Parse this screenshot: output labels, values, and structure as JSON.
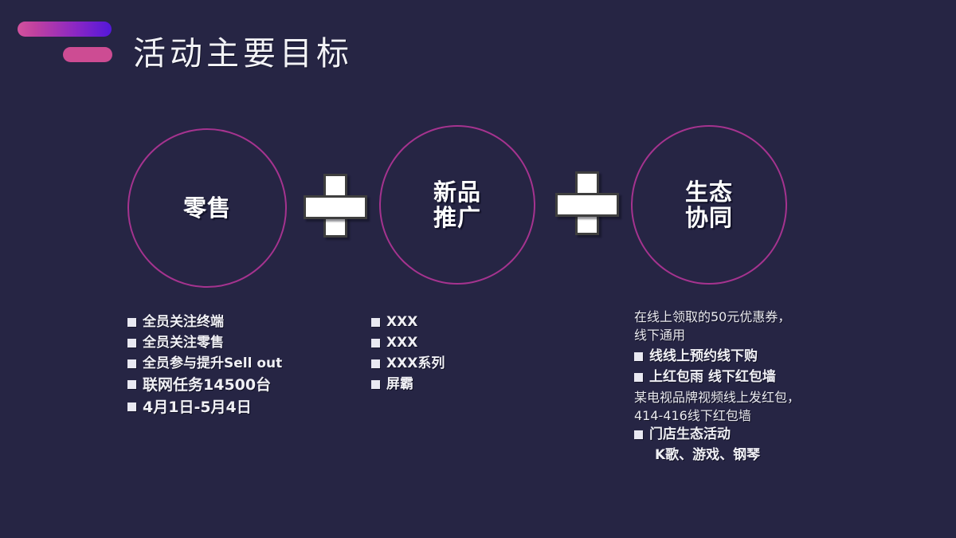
{
  "slide": {
    "title": "活动主要目标",
    "background_color": "#262544",
    "accent_pink": "#cd4c93",
    "accent_purple": "#5317da",
    "circle_stroke_color": "#a5338f"
  },
  "decor": {
    "bar_long_name": "gradient-bar-long",
    "bar_short_name": "gradient-bar-short"
  },
  "circles": [
    {
      "label": "零售"
    },
    {
      "label": "新品\n推广",
      "line1": "新品",
      "line2": "推广"
    },
    {
      "label": "生态\n协同",
      "line1": "生态",
      "line2": "协同"
    }
  ],
  "connectors": [
    {
      "symbol": "+"
    },
    {
      "symbol": "+"
    }
  ],
  "columns": {
    "left": {
      "items": [
        {
          "text": "全员关注终端",
          "size": "normal"
        },
        {
          "text": "全员关注零售",
          "size": "normal"
        },
        {
          "text": "全员参与提升Sell out",
          "size": "normal"
        },
        {
          "text": "联网任务14500台",
          "size": "big"
        },
        {
          "text": "4月1日-5月4日",
          "size": "big"
        }
      ]
    },
    "middle": {
      "items": [
        {
          "text": "XXX"
        },
        {
          "text": "XXX"
        },
        {
          "text": "XXX系列"
        },
        {
          "text": "屏霸"
        }
      ]
    },
    "right": {
      "intro_line1": "在线上领取的50元优惠券，",
      "intro_line2": "线下通用",
      "bullet1": "线线上预约线下购",
      "bullet2": "上红包雨 线下红包墙",
      "note_line1": "某电视品牌视频线上发红包，",
      "note_line2": "414-416线下红包墙",
      "bullet3": "门店生态活动",
      "bullet3_sub": "K歌、游戏、钢琴"
    }
  }
}
